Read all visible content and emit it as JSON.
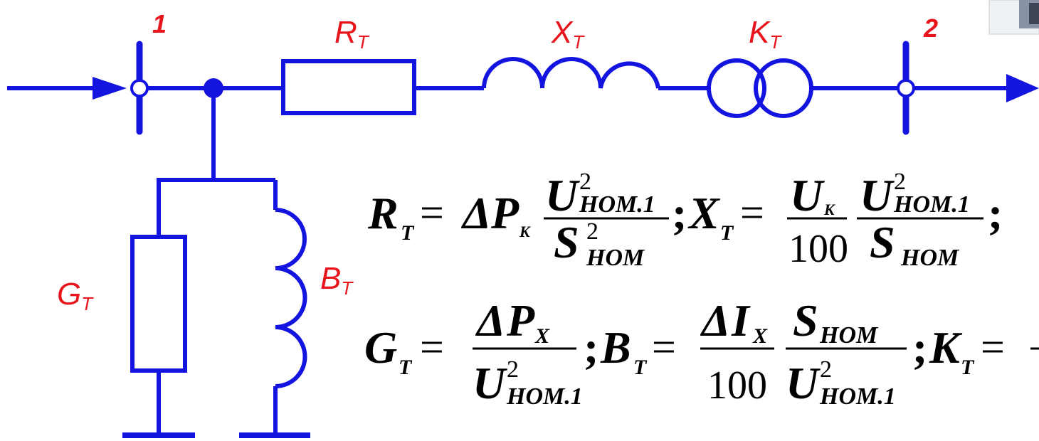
{
  "diagram": {
    "nodes": [
      {
        "id": "1",
        "label": "1"
      },
      {
        "id": "2",
        "label": "2"
      }
    ],
    "components": {
      "R": {
        "main": "R",
        "sub": "T"
      },
      "X": {
        "main": "X",
        "sub": "T"
      },
      "K": {
        "main": "K",
        "sub": "T"
      },
      "G": {
        "main": "G",
        "sub": "T"
      },
      "B": {
        "main": "B",
        "sub": "T"
      }
    },
    "colors": {
      "wire": "#1414e0",
      "label": "#e8141c",
      "formula": "#000000"
    }
  },
  "formulas": {
    "rt": {
      "lhs": "R",
      "lhs_sub": "T",
      "eq": "=",
      "delta": "Δ",
      "p": "P",
      "p_sub": "K",
      "num": "U",
      "num_sup": "2",
      "num_sub": "HOM.1",
      "den": "S",
      "den_sup": "2",
      "den_sub": "HOM",
      "sep": ";"
    },
    "xt": {
      "lhs": "X",
      "lhs_sub": "T",
      "eq": "=",
      "num1": "U",
      "num1_sub": "K",
      "den1": "100",
      "num2": "U",
      "num2_sup": "2",
      "num2_sub": "HOM.1",
      "den2": "S",
      "den2_sub": "HOM",
      "sep": ";"
    },
    "gt": {
      "lhs": "G",
      "lhs_sub": "T",
      "eq": "=",
      "num_delta": "Δ",
      "num": "P",
      "num_sub": "X",
      "den": "U",
      "den_sup": "2",
      "den_sub": "HOM.1",
      "sep": ";"
    },
    "bt": {
      "lhs": "B",
      "lhs_sub": "T",
      "eq": "=",
      "num1_delta": "Δ",
      "num1": "I",
      "num1_sub": "X",
      "den1": "100",
      "num2": "S",
      "num2_sub": "HOM",
      "den2": "U",
      "den2_sup": "2",
      "den2_sub": "HOM.1",
      "sep": ";"
    },
    "kt": {
      "lhs": "K",
      "lhs_sub": "T",
      "eq": "="
    }
  }
}
